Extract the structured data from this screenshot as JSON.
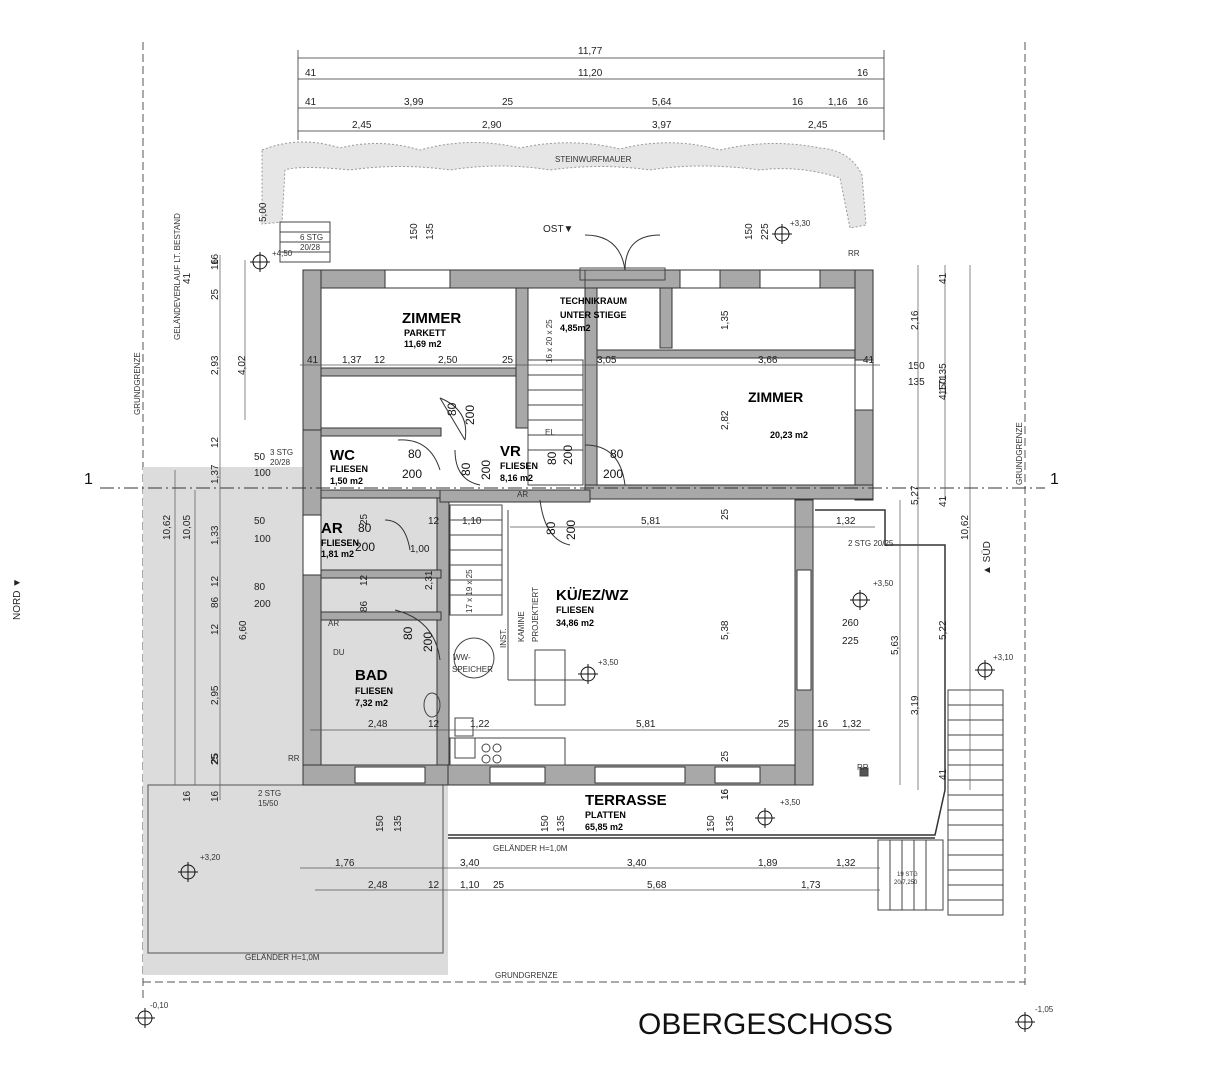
{
  "title": "OBERGESCHOSS",
  "axis_marks": [
    "1",
    "1"
  ],
  "orientation": {
    "nord": "NORD ▼",
    "sued": "▲ SÜD",
    "ost": "OST▼"
  },
  "site_labels": {
    "steinwurf": "STEINWURFMAUER",
    "grundgrenze": "GRUNDGRENZE",
    "gelaende": "GELÄNDEVERLAUF LT. BESTAND",
    "gelaender_terrasse": "GELÄNDER H=1,0M",
    "gelaender_left": "GELÄNDER H=1,0M"
  },
  "rooms": {
    "zimmer_a": {
      "name": "ZIMMER",
      "finish": "PARKETT",
      "area": "11,69 m2"
    },
    "technik": {
      "name": "TECHNIKRAUM",
      "name2": "UNTER STIEGE",
      "area": "4,85m2"
    },
    "zimmer_b": {
      "name": "ZIMMER",
      "area": "20,23 m2"
    },
    "wc": {
      "name": "WC",
      "finish": "FLIESEN",
      "area": "1,50 m2"
    },
    "vr": {
      "name": "VR",
      "finish": "FLIESEN",
      "area": "8,16 m2"
    },
    "ar": {
      "name": "AR",
      "finish": "FLIESEN",
      "area": "1,81 m2"
    },
    "bad": {
      "name": "BAD",
      "finish": "FLIESEN",
      "area": "7,32 m2"
    },
    "kue": {
      "name": "KÜ/EZ/WZ",
      "finish": "FLIESEN",
      "area": "34,86 m2"
    },
    "terrasse": {
      "name": "TERRASSE",
      "finish": "PLATTEN",
      "area": "65,85 m2"
    }
  },
  "fixtures": {
    "du": "DU",
    "ww1": "WW-",
    "ww2": "SPEICHER",
    "inst": "INST.",
    "kamine": "KAMINE",
    "projektiert": "PROJEKTIERT",
    "ar_small": "AR",
    "rr": "RR",
    "el": "EL",
    "stair1": "16 x 20 x 25",
    "stair2": "17 x 19 x 25"
  },
  "levels": {
    "l1": "+4,50",
    "l2": "+3,30",
    "l3": "+3,50",
    "l4": "+3,50",
    "l5": "+3,10",
    "l6": "+3,50",
    "l7": "+3,20",
    "l8": "-0,10",
    "l9": "-1,05"
  },
  "stairs": {
    "s6": "6 STG",
    "s6b": "20/28",
    "s3": "3 STG",
    "s3b": "20/28",
    "s2a": "2 STG",
    "s2ab": "15/50",
    "s2b": "2 STG 20/25",
    "s19": "19 STG",
    "s19b": "20/7,250"
  },
  "dims_top": {
    "r1": [
      "11,77"
    ],
    "r2": [
      "41",
      "11,20",
      "16"
    ],
    "r3": [
      "41",
      "3,99",
      "25",
      "5,64",
      "16",
      "1,16",
      "16"
    ],
    "r4": [
      "2,45",
      "2,90",
      "3,97",
      "2,45"
    ]
  },
  "dims_inner": {
    "a": [
      "41",
      "1,37",
      "12",
      "2,50",
      "25",
      "3,05",
      "3,66",
      "41"
    ],
    "b": [
      "5,81",
      "1,32",
      "1,10",
      "12"
    ],
    "c": [
      "2,48",
      "12",
      "1,22",
      "5,81",
      "25",
      "16",
      "1,32"
    ],
    "d": [
      "1,00",
      "2,31",
      "86",
      "12",
      "25"
    ],
    "e": [
      "150",
      "135",
      "150",
      "135",
      "150",
      "225",
      "1,35",
      "2,82",
      "25",
      "5,38",
      "25",
      "16"
    ],
    "f": [
      "260",
      "225",
      "150",
      "135",
      "50",
      "100",
      "50",
      "100",
      "80",
      "200"
    ]
  },
  "dims_bottom": {
    "r1": [
      "1,76",
      "3,40",
      "3,40",
      "1,89",
      "1,32"
    ],
    "r2": [
      "2,48",
      "12",
      "1,10",
      "25",
      "5,68",
      "1,73"
    ],
    "v": [
      "150",
      "135",
      "150",
      "135",
      "150",
      "135",
      "16"
    ]
  },
  "dims_left": {
    "outer": [
      "10,62",
      "10,05",
      "6,60"
    ],
    "mid": [
      "41",
      "25",
      "16",
      "4,02",
      "2,93",
      "12",
      "1,37",
      "1,33",
      "12",
      "86",
      "12",
      "2,95",
      "25",
      "16",
      "16"
    ],
    "mid2": [
      "25",
      "16",
      "5,00"
    ]
  },
  "dims_right": {
    "a": [
      "41",
      "2,16",
      "150",
      "135",
      "4,17",
      "10,62",
      "41",
      "5,27",
      "5,63",
      "3,19",
      "5,22",
      "41"
    ]
  },
  "doors": [
    "80",
    "200",
    "80",
    "200",
    "80",
    "200",
    "80",
    "200",
    "80",
    "200",
    "80",
    "200",
    "80",
    "200",
    "80",
    "200"
  ]
}
